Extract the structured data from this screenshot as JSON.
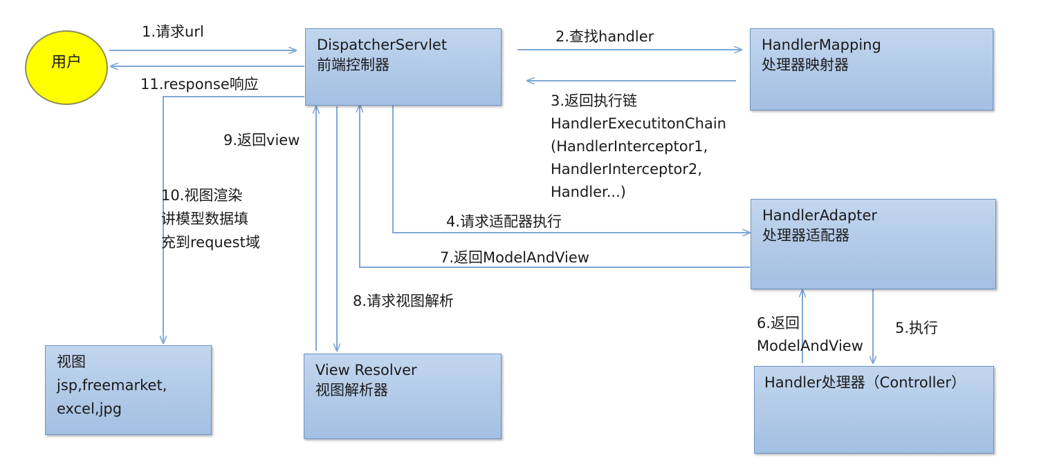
{
  "nodes": {
    "user": "用户",
    "dispatcher": [
      "DispatcherServlet",
      "前端控制器"
    ],
    "handler_mapping": [
      "HandlerMapping",
      "处理器映射器"
    ],
    "handler_adapter": [
      "HandlerAdapter",
      "处理器适配器"
    ],
    "handler": "Handler处理器（Controller）",
    "view_resolver": [
      "View Resolver",
      "视图解析器"
    ],
    "view": [
      "视图",
      "jsp,freemarket,",
      "excel,jpg"
    ]
  },
  "edges": {
    "e1": "1.请求url",
    "e2": "2.查找handler",
    "e3": [
      "3.返回执行链",
      "HandlerExecutitonChain",
      "(HandlerInterceptor1,",
      "HandlerInterceptor2,",
      "Handler...)"
    ],
    "e4": "4.请求适配器执行",
    "e5": "5.执行",
    "e6": [
      "6.返回",
      "ModelAndView"
    ],
    "e7": "7.返回ModelAndView",
    "e8": "8.请求视图解析",
    "e9": "9.返回view",
    "e10": [
      "10.视图渲染",
      "讲模型数据填",
      "充到request域"
    ],
    "e11": "11.response响应"
  },
  "colors": {
    "box_fill": "#a9c4e6",
    "box_border": "#6f93c4",
    "arrow": "#7ea6d6",
    "user_fill": "#ffff00"
  }
}
